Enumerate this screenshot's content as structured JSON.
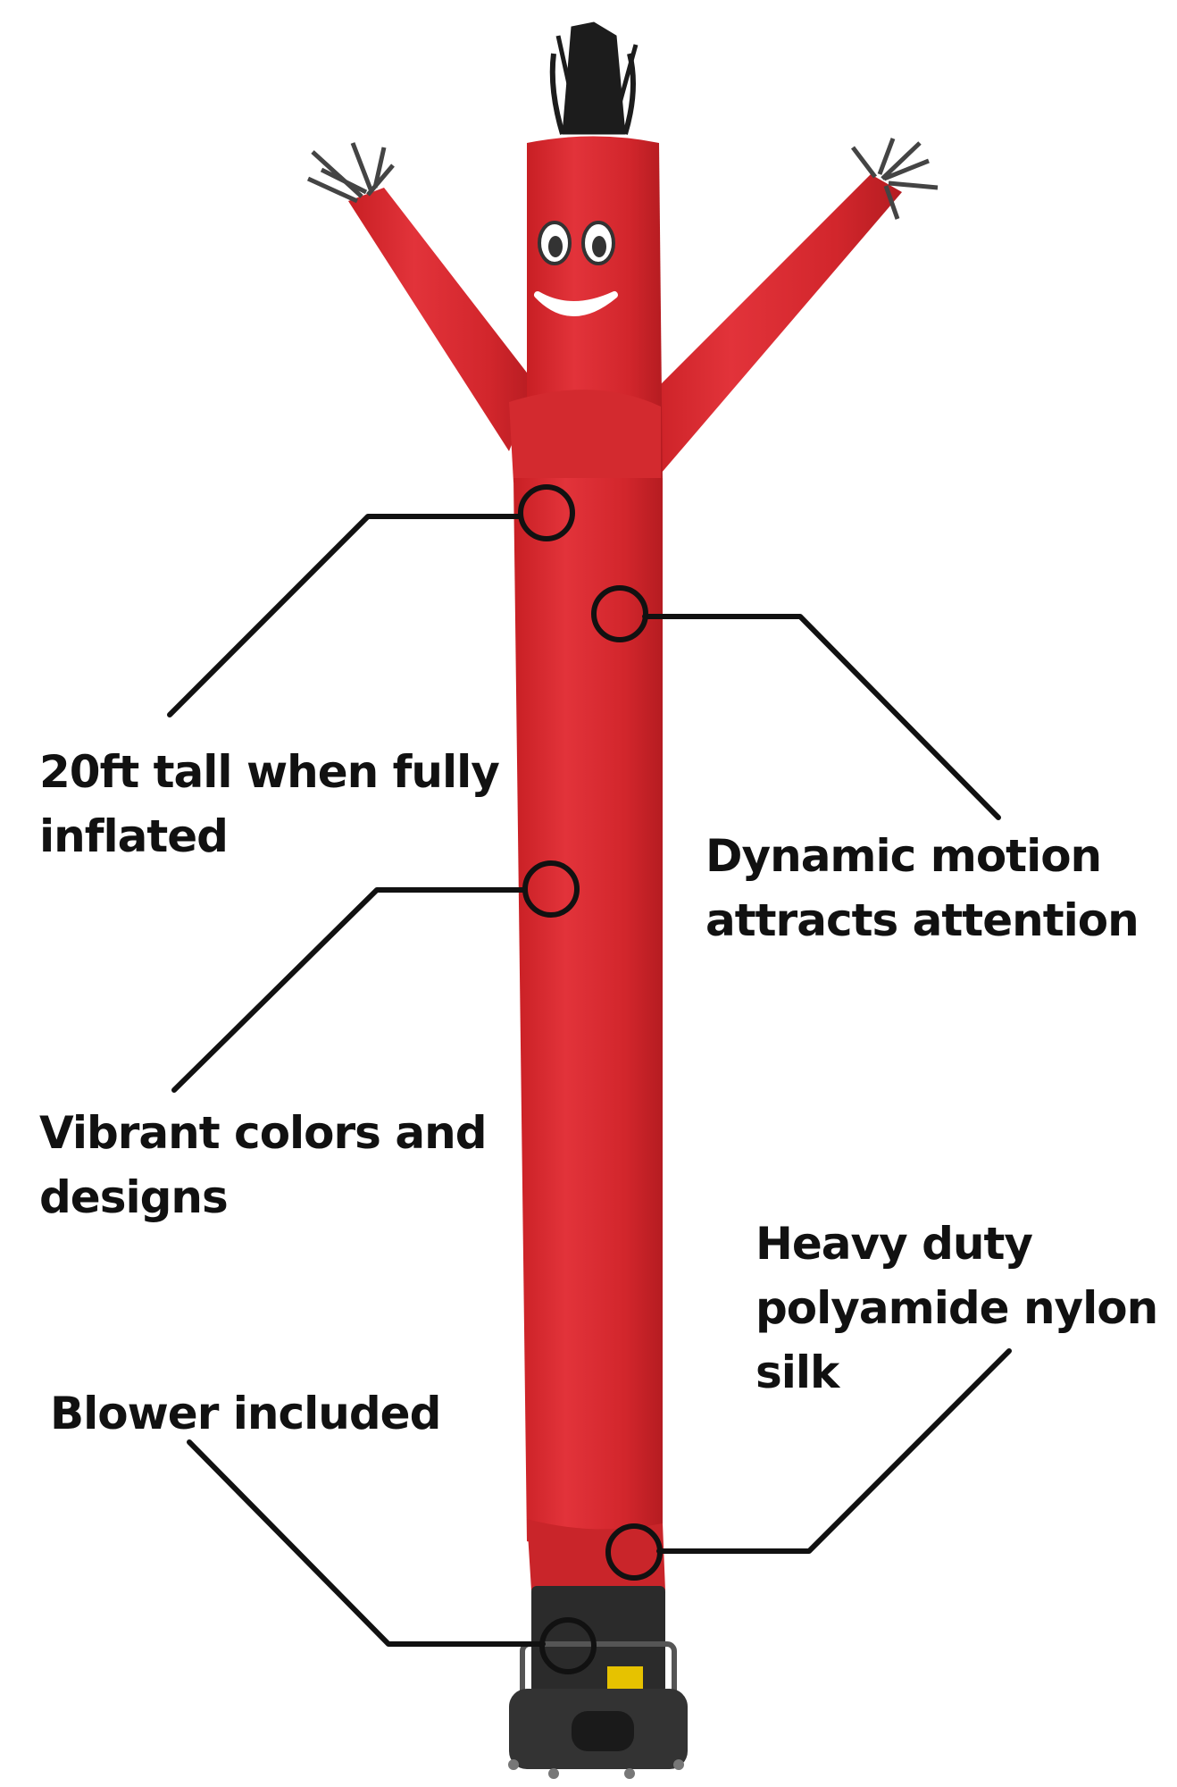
{
  "colors": {
    "tube": "#d6262b",
    "tube_shadow": "#b81d22",
    "tube_highlight": "#e8393d",
    "callout_line": "#111111",
    "label_text": "#111111",
    "fringe": "#1c1c1c",
    "blower": "#2a2a2a",
    "eyes": "#ffffff",
    "smile": "#ffffff"
  },
  "callouts": {
    "tall": {
      "line1": "20ft tall when fully",
      "line2": "inflated"
    },
    "motion": {
      "line1": "Dynamic motion",
      "line2": "attracts attention"
    },
    "colors": {
      "line1": "Vibrant colors and",
      "line2": "designs"
    },
    "nylon": {
      "line1": "Heavy duty",
      "line2": "polyamide nylon",
      "line3": "silk"
    },
    "blower": {
      "line1": "Blower included"
    }
  },
  "icons": [
    "fringe-top-icon",
    "fringe-left-hand-icon",
    "fringe-right-hand-icon",
    "face-eyes-icon",
    "face-smile-icon",
    "blower-icon"
  ]
}
